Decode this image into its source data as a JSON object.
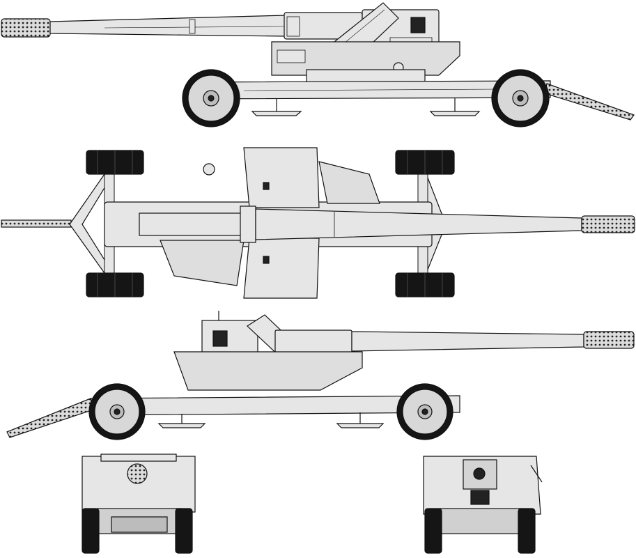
{
  "drawing": {
    "views": [
      "left-side-view",
      "top-view",
      "right-side-view",
      "front-view",
      "rear-view"
    ],
    "colors": {
      "line": "#111111",
      "fill": "#e6e6e6",
      "fill_dark": "#c9c9c9",
      "tire": "#151515",
      "hub": "#d8d8d8",
      "background": "#ffffff"
    }
  }
}
